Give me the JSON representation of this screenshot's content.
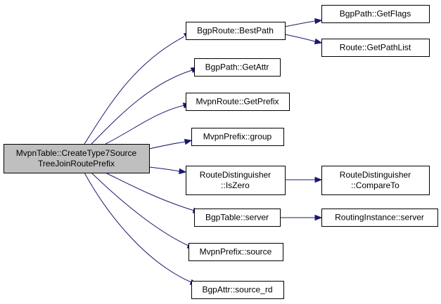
{
  "graph": {
    "root": {
      "id": "root",
      "lines": [
        "MvpnTable::CreateType7Source",
        "TreeJoinRoutePrefix"
      ]
    },
    "nodes": [
      {
        "id": "bestpath",
        "lines": [
          "BgpRoute::BestPath"
        ]
      },
      {
        "id": "getflags",
        "lines": [
          "BgpPath::GetFlags"
        ]
      },
      {
        "id": "getpathlist",
        "lines": [
          "Route::GetPathList"
        ]
      },
      {
        "id": "getattr",
        "lines": [
          "BgpPath::GetAttr"
        ]
      },
      {
        "id": "getprefix",
        "lines": [
          "MvpnRoute::GetPrefix"
        ]
      },
      {
        "id": "group",
        "lines": [
          "MvpnPrefix::group"
        ]
      },
      {
        "id": "iszero",
        "lines": [
          "RouteDistinguisher",
          "::IsZero"
        ]
      },
      {
        "id": "compareto",
        "lines": [
          "RouteDistinguisher",
          "::CompareTo"
        ]
      },
      {
        "id": "tableserver",
        "lines": [
          "BgpTable::server"
        ]
      },
      {
        "id": "riserver",
        "lines": [
          "RoutingInstance::server"
        ]
      },
      {
        "id": "source",
        "lines": [
          "MvpnPrefix::source"
        ]
      },
      {
        "id": "sourcerd",
        "lines": [
          "BgpAttr::source_rd"
        ]
      }
    ],
    "edges": [
      {
        "from": "root",
        "to": "bestpath"
      },
      {
        "from": "root",
        "to": "getattr"
      },
      {
        "from": "root",
        "to": "getprefix"
      },
      {
        "from": "root",
        "to": "group"
      },
      {
        "from": "root",
        "to": "iszero"
      },
      {
        "from": "root",
        "to": "tableserver"
      },
      {
        "from": "root",
        "to": "source"
      },
      {
        "from": "root",
        "to": "sourcerd"
      },
      {
        "from": "bestpath",
        "to": "getflags"
      },
      {
        "from": "bestpath",
        "to": "getpathlist"
      },
      {
        "from": "iszero",
        "to": "compareto"
      },
      {
        "from": "tableserver",
        "to": "riserver"
      }
    ],
    "colors": {
      "edge": "#191970",
      "root_fill": "#bfbfbf",
      "node_fill": "#ffffff",
      "border": "#000000"
    }
  }
}
